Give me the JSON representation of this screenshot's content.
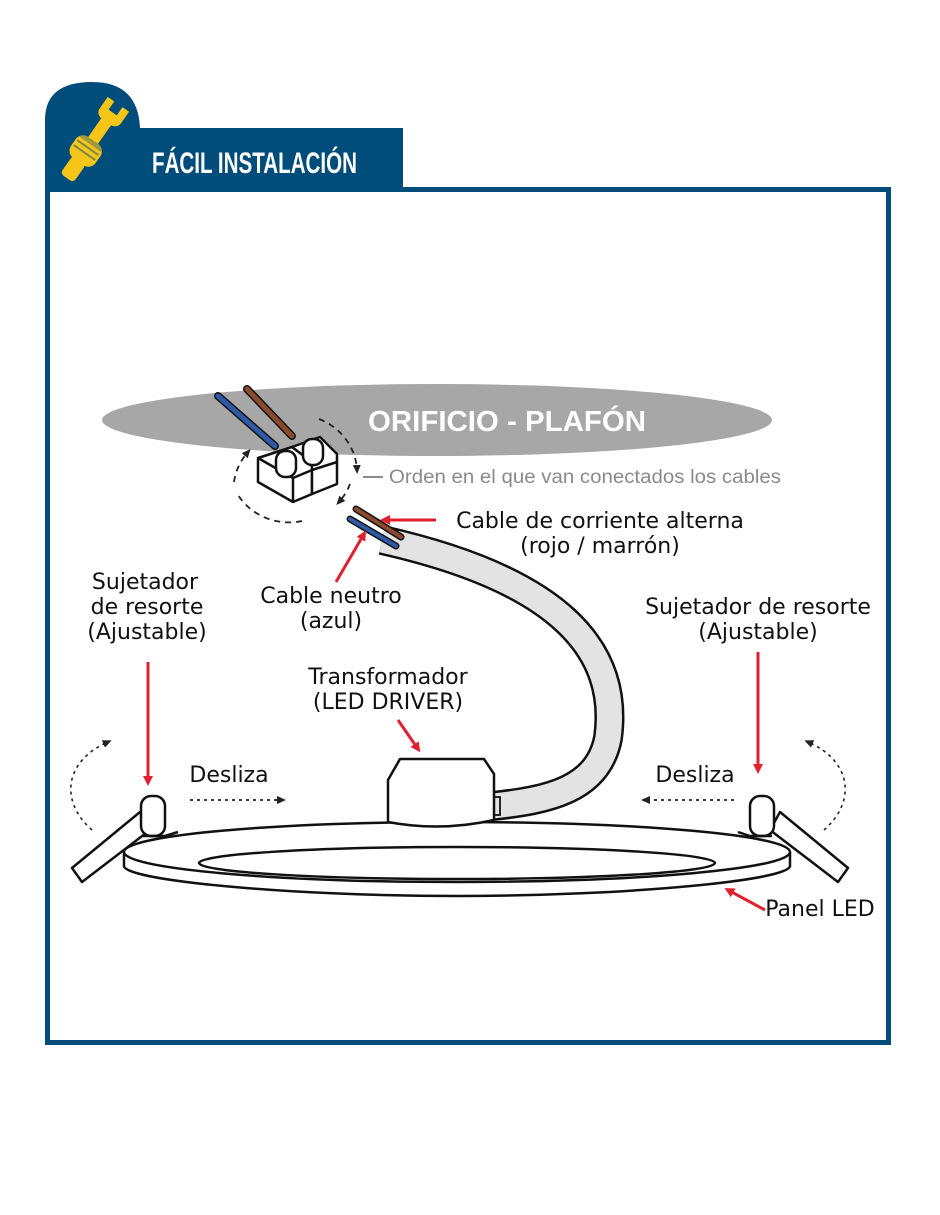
{
  "header": {
    "title": "FÁCIL INSTALACIÓN",
    "icon": "wrench-hand-icon",
    "color": "#004c7a",
    "icon_color": "#f5c518"
  },
  "ceiling": {
    "label": "ORIFICIO - PLAFÓN",
    "color": "#a7a7a7"
  },
  "labels": {
    "order_note": "Orden en el que van conectados los cables",
    "live_cable_line1": "Cable de corriente alterna",
    "live_cable_line2": "(rojo / marrón)",
    "neutral_cable_line1": "Cable neutro",
    "neutral_cable_line2": "(azul)",
    "spring_left_line1": "Sujetador",
    "spring_left_line2": "de resorte",
    "spring_left_line3": "(Ajustable)",
    "spring_right_line1": "Sujetador de resorte",
    "spring_right_line2": "(Ajustable)",
    "driver_line1": "Transformador",
    "driver_line2": "(LED DRIVER)",
    "slide_left": "Desliza",
    "slide_right": "Desliza",
    "panel": "Panel LED"
  },
  "colors": {
    "arrow": "#e0202e",
    "wire_live": "#8b4a2b",
    "wire_neutral": "#2e5aa8",
    "cable_sheath": "#e3e3e3"
  }
}
